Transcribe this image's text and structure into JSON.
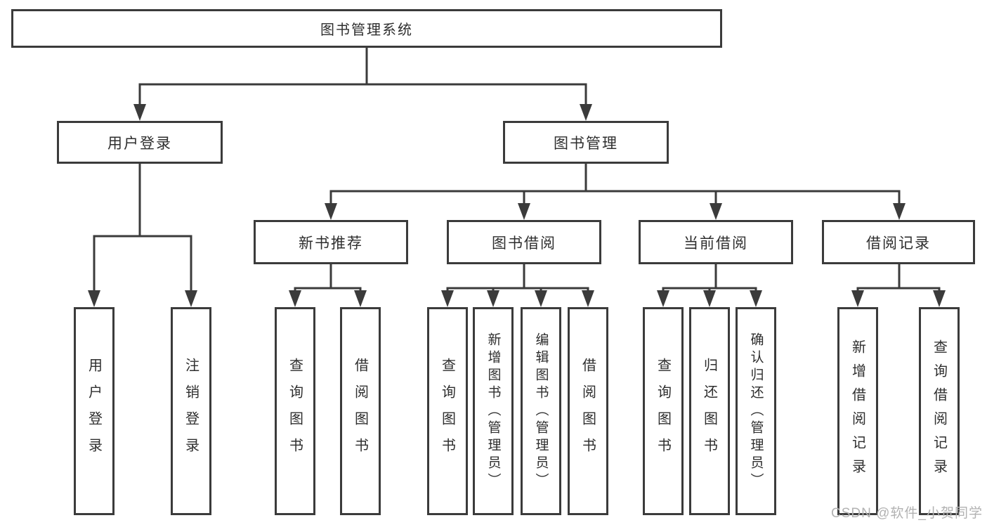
{
  "diagram": {
    "root": {
      "label": "图书管理系统"
    },
    "branches": [
      {
        "label": "用户登录",
        "children": [
          {
            "label": "用户登录"
          },
          {
            "label": "注销登录"
          }
        ]
      },
      {
        "label": "图书管理",
        "children": [
          {
            "label": "新书推荐",
            "children": [
              {
                "label": "查询图书"
              },
              {
                "label": "借阅图书"
              }
            ]
          },
          {
            "label": "图书借阅",
            "children": [
              {
                "label": "查询图书"
              },
              {
                "label": "新增图书（管理员）"
              },
              {
                "label": "编辑图书（管理员）"
              },
              {
                "label": "借阅图书"
              }
            ]
          },
          {
            "label": "当前借阅",
            "children": [
              {
                "label": "查询图书"
              },
              {
                "label": "归还图书"
              },
              {
                "label": "确认归还（管理员）"
              }
            ]
          },
          {
            "label": "借阅记录",
            "children": [
              {
                "label": "新增借阅记录"
              },
              {
                "label": "查询借阅记录"
              }
            ]
          }
        ]
      }
    ]
  },
  "watermark": {
    "text": "CSDN @软件_小贺同学"
  },
  "colors": {
    "line": "#3b3b3b",
    "box_border": "#3b3b3b",
    "text": "#2e2e2e",
    "watermark": "#b2b2b2",
    "background": "#ffffff"
  }
}
